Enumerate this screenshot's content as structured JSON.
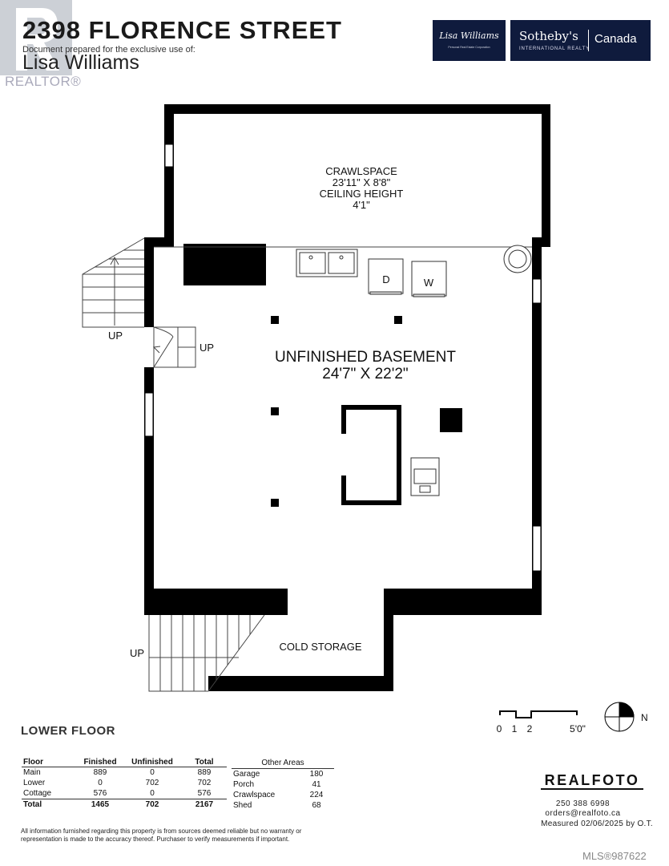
{
  "header": {
    "address": "2398 FLORENCE STREET",
    "prepared_note": "Document prepared for the exclusive use of:",
    "client_name": "Lisa Williams",
    "realtor_logo_text": "REALTOR®"
  },
  "brands": {
    "agent_logo": "Lisa Williams",
    "agent_logo_sub": "Personal Real Estate Corporation",
    "brokerage_name": "Sotheby's",
    "brokerage_sub": "INTERNATIONAL REALTY",
    "brokerage_country": "Canada",
    "brand_color": "#0f1b3d"
  },
  "floorplan": {
    "wall_color": "#000000",
    "rooms": {
      "crawlspace": {
        "name": "CRAWLSPACE",
        "size": "23'11\" X 8'8\"",
        "height_label": "CEILING HEIGHT",
        "height": "4'1\""
      },
      "basement": {
        "name": "UNFINISHED BASEMENT",
        "size": "24'7\" X 22'2\""
      },
      "cold_storage": {
        "name": "COLD STORAGE"
      }
    },
    "appliances": {
      "dryer": "D",
      "washer": "W"
    },
    "stairs": {
      "up_left": "UP",
      "up_entry": "UP",
      "up_bottom": "UP"
    }
  },
  "scale": {
    "ticks": [
      "0",
      "1",
      "2",
      "5'0\""
    ],
    "compass": "N"
  },
  "floor_label": "LOWER FLOOR",
  "area_table": {
    "headers": [
      "Floor",
      "Finished",
      "Unfinished",
      "Total"
    ],
    "rows": [
      {
        "floor": "Main",
        "finished": "889",
        "unfinished": "0",
        "total": "889"
      },
      {
        "floor": "Lower",
        "finished": "0",
        "unfinished": "702",
        "total": "702"
      },
      {
        "floor": "Cottage",
        "finished": "576",
        "unfinished": "0",
        "total": "576"
      }
    ],
    "total": {
      "floor": "Total",
      "finished": "1465",
      "unfinished": "702",
      "total": "2167"
    }
  },
  "other_areas": {
    "header": "Other Areas",
    "rows": [
      {
        "name": "Garage",
        "value": "180"
      },
      {
        "name": "Porch",
        "value": "41"
      },
      {
        "name": "Crawlspace",
        "value": "224"
      },
      {
        "name": "Shed",
        "value": "68"
      }
    ]
  },
  "disclaimer": "All information furnished regarding this property is from sources deemed reliable but no warranty or representation is made to the accuracy thereof. Purchaser to verify measurements if important.",
  "realfoto": {
    "logo": "REALFOTO",
    "phone": "250 388 6998",
    "email": "orders@realfoto.ca",
    "measured": "Measured 02/06/2025 by O.T."
  },
  "mls": "MLS®987622"
}
